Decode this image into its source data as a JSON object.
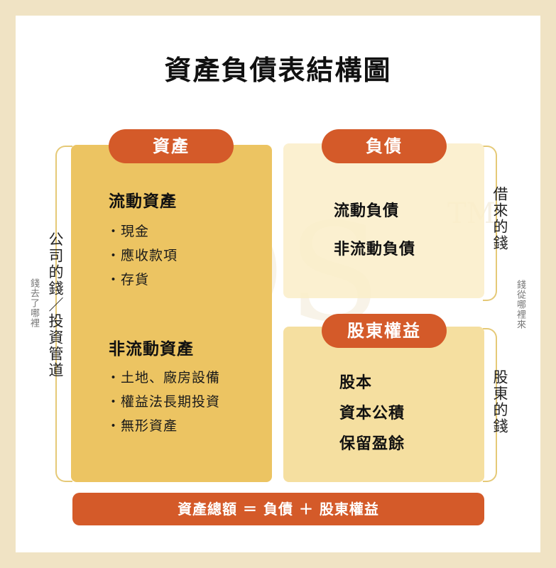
{
  "title": "資產負債表結構圖",
  "watermark": {
    "text": "BOS",
    "tm": "TM"
  },
  "left_side": {
    "main_label": "公司的錢／投資管道",
    "sub_label": "錢去了哪裡"
  },
  "right_side": {
    "liab_label": "借來的錢",
    "equity_label": "股東的錢",
    "sub_label": "錢從哪裡來"
  },
  "assets": {
    "label": "資產",
    "current": {
      "heading": "流動資產",
      "items": [
        "・現金",
        "・應收款項",
        "・存貨"
      ]
    },
    "noncurrent": {
      "heading": "非流動資產",
      "items": [
        "・土地、廠房設備",
        "・權益法長期投資",
        "・無形資產"
      ]
    }
  },
  "liabilities": {
    "label": "負債",
    "items": [
      "流動負債",
      "非流動負債"
    ]
  },
  "equity": {
    "label": "股東權益",
    "items": [
      "股本",
      "資本公積",
      "保留盈餘"
    ]
  },
  "formula": "資產總額 ＝ 負債 ＋ 股東權益",
  "colors": {
    "background": "#f0e3c4",
    "accent": "#d45a29",
    "asset_panel": "#ecc462",
    "liab_panel": "#faedc8",
    "equity_panel": "#f4dc96"
  }
}
